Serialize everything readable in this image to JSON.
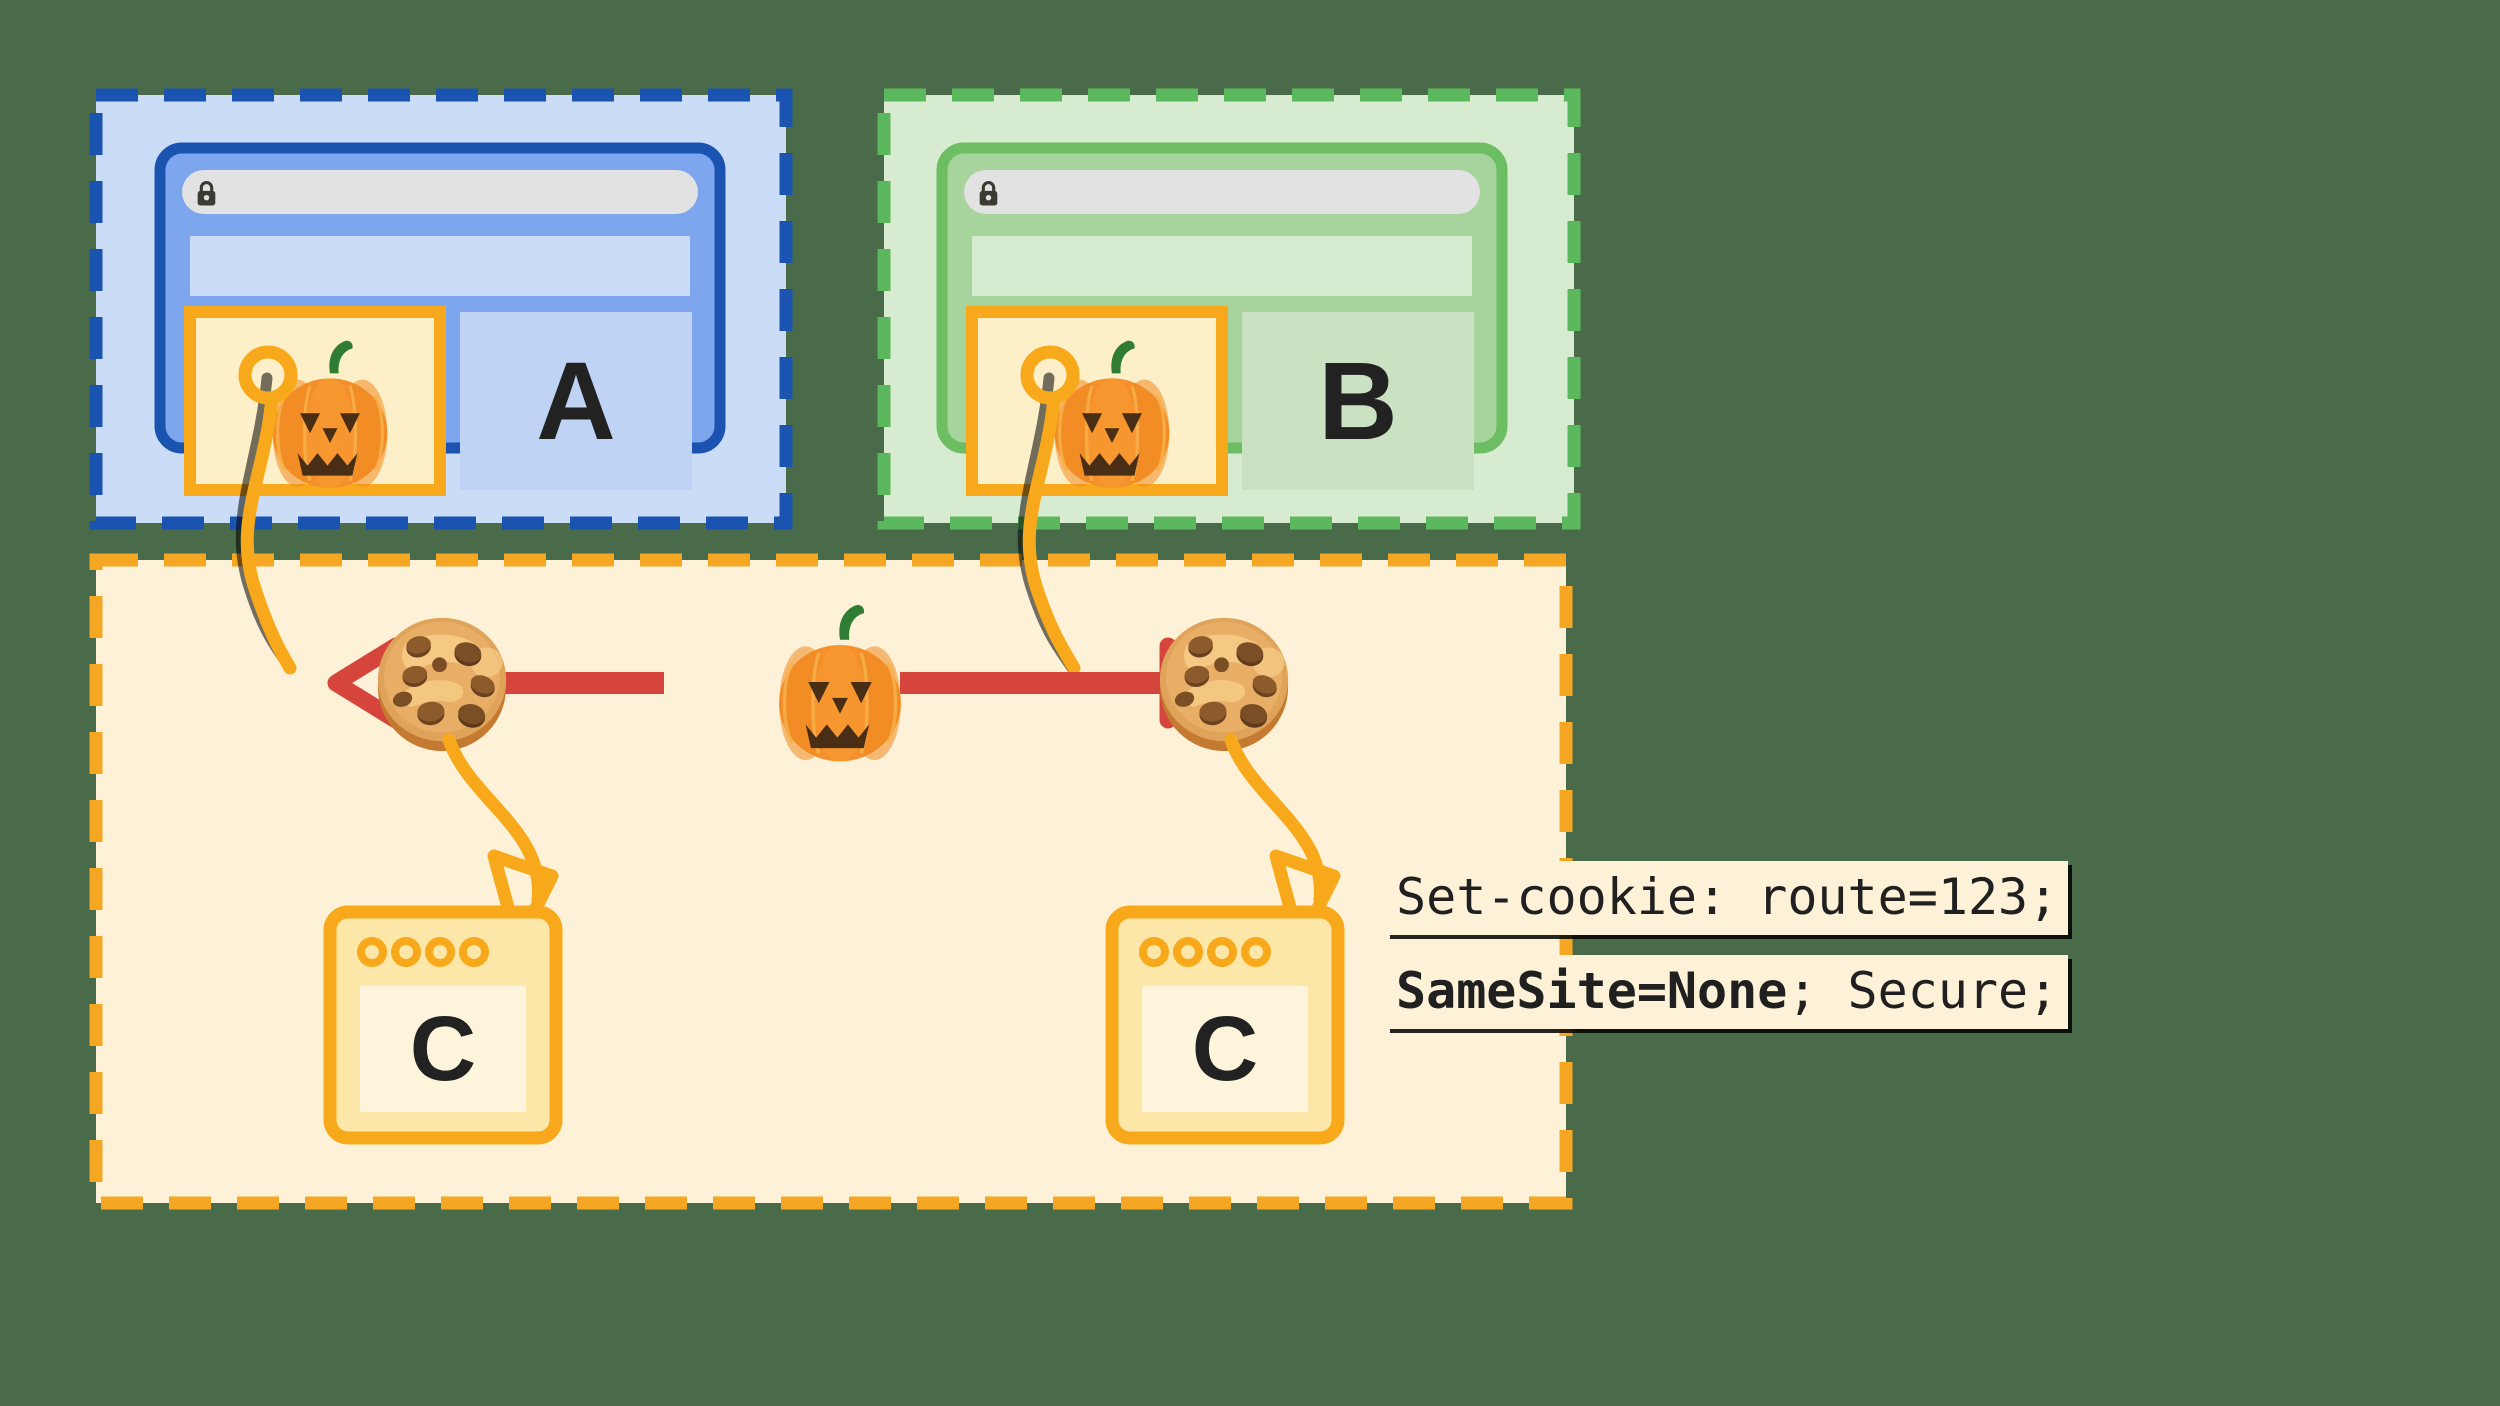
{
  "diagram": {
    "title": "SameSite=None cross-site cookie diagram",
    "colors": {
      "bg": "#4a6b4a",
      "blue_fill": "#CBDCF7",
      "blue_dash": "#1A54B0",
      "blue_window_border": "#1A54B0",
      "blue_chrome": "#7EA6EE",
      "blue_content": "#CBDCF7",
      "green_fill": "#D7EBD0",
      "green_dash": "#5CB85C",
      "green_window_border": "#6DBE63",
      "green_chrome": "#A7D49C",
      "green_content": "#D7EBD0",
      "orange_fill": "#FDF2D8",
      "orange_dash": "#F5A623",
      "orange_accent": "#F7A91B",
      "cream": "#FDEFC8",
      "red_arrow": "#D6453C",
      "lock_grey": "#E2E2E2",
      "text_dark": "#222222"
    },
    "panels": {
      "site_a": {
        "name": "Site A",
        "letter": "A",
        "lock_icon": "lock-icon",
        "iframe_icon": "pumpkin-icon"
      },
      "site_b": {
        "name": "Site B",
        "letter": "B",
        "lock_icon": "lock-icon",
        "iframe_icon": "pumpkin-icon"
      },
      "site_c": {
        "name": "Site C",
        "left_server_letter": "C",
        "right_server_letter": "C",
        "center_icon": "pumpkin-icon",
        "left_cookie_icon": "cookie-icon",
        "right_cookie_icon": "cookie-icon",
        "bidirectional_arrow": "double-headed-arrow"
      }
    },
    "callout": {
      "line1": "Set-cookie: route=123;",
      "line2_bold": "SameSite=None",
      "line2_rest": "; Secure;"
    }
  }
}
